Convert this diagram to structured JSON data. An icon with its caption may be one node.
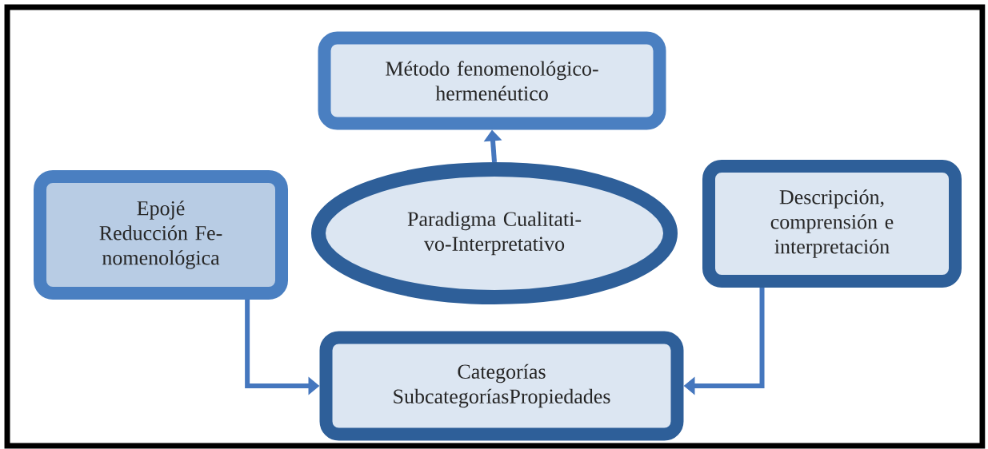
{
  "diagram": {
    "nodes": [
      {
        "text": [
          "Método fenomenológico- hermenéutico"
        ]
      },
      {
        "text": [
          "Epojé",
          "Reducción Fe- nomenológica"
        ]
      },
      {
        "text": [
          "Paradigma Cualitati- vo-Interpretativo"
        ]
      },
      {
        "text": [
          "Descripción, comprensión e interpretación"
        ]
      },
      {
        "text": [
          "Categorías SubcategoríasPropiedades"
        ]
      }
    ],
    "edges": [
      {
        "from": 2,
        "to": 0,
        "arrow": "to"
      },
      {
        "from": 1,
        "to": 4,
        "arrow": "to"
      },
      {
        "from": 3,
        "to": 4,
        "arrow": "to"
      }
    ]
  }
}
